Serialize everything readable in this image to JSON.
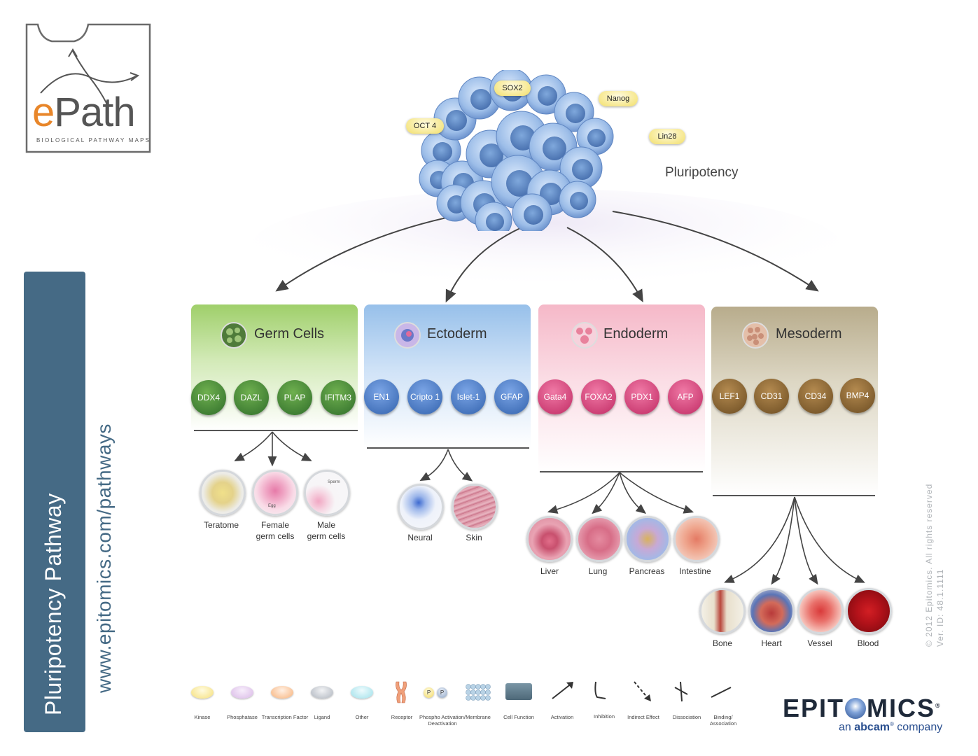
{
  "logo": {
    "text": "ePath",
    "subtitle": "BIOLOGICAL PATHWAY MAPS"
  },
  "sidebar": {
    "title": "Pluripotency Pathway",
    "url": "www.epitomics.com/pathways"
  },
  "stem_cluster": {
    "label": "Pluripotency",
    "markers": [
      "OCT 4",
      "SOX2",
      "Nanog",
      "Lin28"
    ]
  },
  "lineages": [
    {
      "name": "Germ Cells",
      "markers": [
        "DDX4",
        "DAZL",
        "PLAP",
        "IFITM3"
      ],
      "outcomes": [
        {
          "line1": "Teratome",
          "line2": ""
        },
        {
          "line1": "Female",
          "line2": "germ cells"
        },
        {
          "line1": "Male",
          "line2": "germ cells"
        }
      ]
    },
    {
      "name": "Ectoderm",
      "markers": [
        "EN1",
        "Cripto 1",
        "Islet-1",
        "GFAP"
      ],
      "outcomes": [
        {
          "line1": "Neural",
          "line2": ""
        },
        {
          "line1": "Skin",
          "line2": ""
        }
      ]
    },
    {
      "name": "Endoderm",
      "markers": [
        "Gata4",
        "FOXA2",
        "PDX1",
        "AFP"
      ],
      "outcomes": [
        {
          "line1": "Liver",
          "line2": ""
        },
        {
          "line1": "Lung",
          "line2": ""
        },
        {
          "line1": "Pancreas",
          "line2": ""
        },
        {
          "line1": "Intestine",
          "line2": ""
        }
      ]
    },
    {
      "name": "Mesoderm",
      "markers": [
        "LEF1",
        "CD31",
        "CD34",
        "BMP4"
      ],
      "outcomes": [
        {
          "line1": "Bone",
          "line2": ""
        },
        {
          "line1": "Heart",
          "line2": ""
        },
        {
          "line1": "Vessel",
          "line2": ""
        },
        {
          "line1": "Blood",
          "line2": ""
        }
      ]
    }
  ],
  "tissue_micro_labels": {
    "egg": "Egg",
    "sperm": "Sperm"
  },
  "legend": [
    {
      "label": "Kinase",
      "color": "#f5df7a"
    },
    {
      "label": "Phosphatase",
      "color": "#d9b8e6"
    },
    {
      "label": "Transcription Factor",
      "color": "#f7b27a"
    },
    {
      "label": "Ligand",
      "color": "#aeb4bd"
    },
    {
      "label": "Other",
      "color": "#9fe0ea"
    },
    {
      "label": "Receptor",
      "color": "#f0a07a"
    },
    {
      "label": "Phospho Activation/ Deactivation",
      "color": "#f5df7a"
    },
    {
      "label": "Membrane",
      "color": "#b9d3e6"
    },
    {
      "label": "Cell Function",
      "color": "#5b7685"
    },
    {
      "label": "Activation",
      "color": "#333333"
    },
    {
      "label": "Inhibition",
      "color": "#333333"
    },
    {
      "label": "Indirect Effect",
      "color": "#333333"
    },
    {
      "label": "Dissociation",
      "color": "#333333"
    },
    {
      "label": "Binding/ Association",
      "color": "#333333"
    }
  ],
  "phospho_glyph": "P",
  "brand": {
    "name_left": "EPIT",
    "name_right": "MICS",
    "registered": "®",
    "tag_pre": "an ",
    "tag_brand": "abcam",
    "tag_reg": "®",
    "tag_post": " company"
  },
  "copyright": "© 2012 Epitomics. All rights reserved",
  "version": "Ver. ID: 48.1.1111",
  "colors": {
    "sidebar": "#456a85",
    "germ": "#3f8a3a",
    "ecto": "#4e7fc7",
    "endo": "#d8457c",
    "meso": "#8c6a3a",
    "accent_orange": "#e8862a"
  }
}
